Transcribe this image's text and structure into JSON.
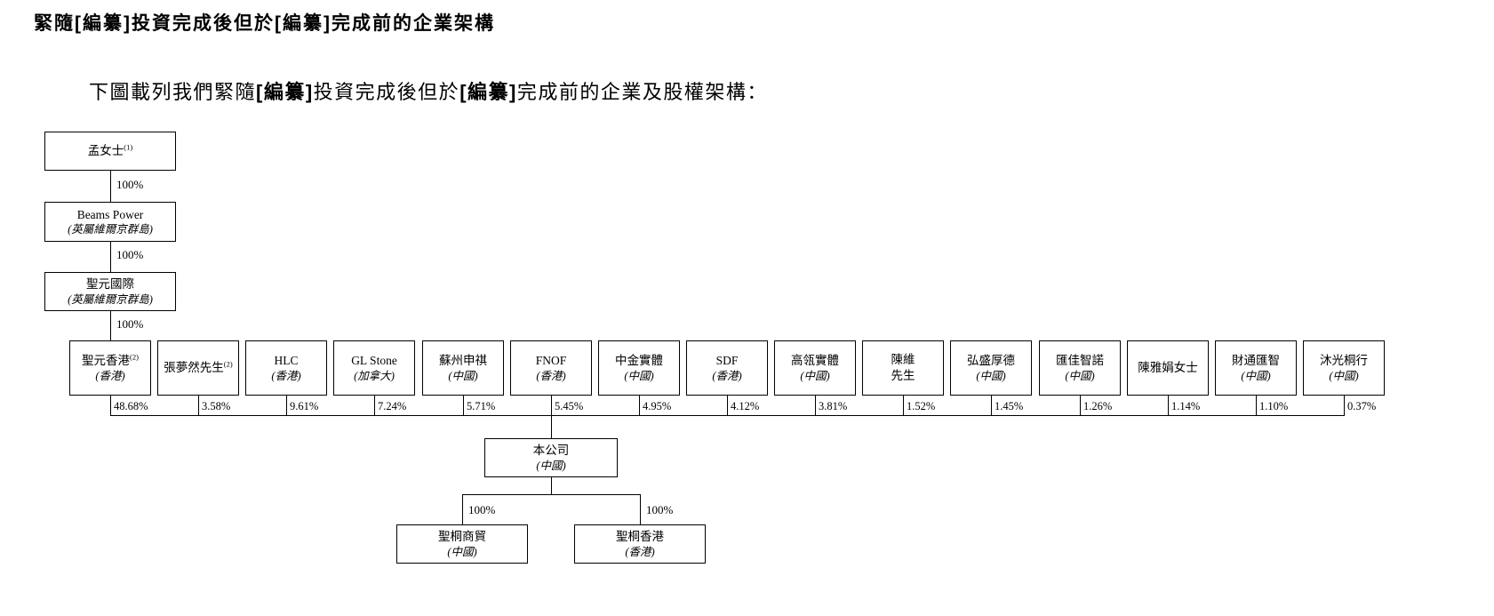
{
  "page": {
    "title_segments": [
      {
        "t": "緊隨",
        "b": true
      },
      {
        "t": "[編纂]",
        "b": true
      },
      {
        "t": "投資完成後但於",
        "b": true
      },
      {
        "t": "[編纂]",
        "b": true
      },
      {
        "t": "完成前的企業架構",
        "b": true
      }
    ],
    "subtitle_segments": [
      {
        "t": "下圖載列我們緊隨",
        "b": false
      },
      {
        "t": "[編纂]",
        "b": true
      },
      {
        "t": "投資完成後但於",
        "b": false
      },
      {
        "t": "[編纂]",
        "b": true
      },
      {
        "t": "完成前的企業及股權架構：",
        "b": false
      }
    ]
  },
  "chart": {
    "top_chain": [
      {
        "name": "孟女士",
        "note": "(1)",
        "sub": ""
      },
      {
        "name": "Beams Power",
        "note": "",
        "sub": "(英屬維爾京群島)"
      },
      {
        "name": "聖元國際",
        "note": "",
        "sub": "(英屬維爾京群島)"
      }
    ],
    "chain_links": [
      "100%",
      "100%",
      "100%"
    ],
    "shareholders": [
      {
        "name": "聖元香港",
        "note": "(2)",
        "sub": "(香港)",
        "pct": "48.68%"
      },
      {
        "name": "張夢然先生",
        "note": "(2)",
        "sub": "",
        "pct": "3.58%"
      },
      {
        "name": "HLC",
        "note": "",
        "sub": "(香港)",
        "pct": "9.61%"
      },
      {
        "name": "GL Stone",
        "note": "",
        "sub": "(加拿大)",
        "pct": "7.24%"
      },
      {
        "name": "蘇州申祺",
        "note": "",
        "sub": "(中國)",
        "pct": "5.71%"
      },
      {
        "name": "FNOF",
        "note": "",
        "sub": "(香港)",
        "pct": "5.45%"
      },
      {
        "name": "中金實體",
        "note": "",
        "sub": "(中國)",
        "pct": "4.95%"
      },
      {
        "name": "SDF",
        "note": "",
        "sub": "(香港)",
        "pct": "4.12%"
      },
      {
        "name": "高瓴實體",
        "note": "",
        "sub": "(中國)",
        "pct": "3.81%"
      },
      {
        "name": "陳維",
        "note": "",
        "sub": "先生",
        "pct": "1.52%"
      },
      {
        "name": "弘盛厚德",
        "note": "",
        "sub": "(中國)",
        "pct": "1.45%"
      },
      {
        "name": "匯佳智諾",
        "note": "",
        "sub": "(中國)",
        "pct": "1.26%"
      },
      {
        "name": "陳雅娟女士",
        "note": "",
        "sub": "",
        "pct": "1.14%"
      },
      {
        "name": "財通匯智",
        "note": "",
        "sub": "(中國)",
        "pct": "1.10%"
      },
      {
        "name": "沐光桐行",
        "note": "",
        "sub": "(中國)",
        "pct": "0.37%"
      }
    ],
    "company": {
      "name": "本公司",
      "sub": "(中國)"
    },
    "subsidiaries": [
      {
        "name": "聖桐商貿",
        "sub": "(中國)",
        "pct": "100%"
      },
      {
        "name": "聖桐香港",
        "sub": "(香港)",
        "pct": "100%"
      }
    ]
  }
}
